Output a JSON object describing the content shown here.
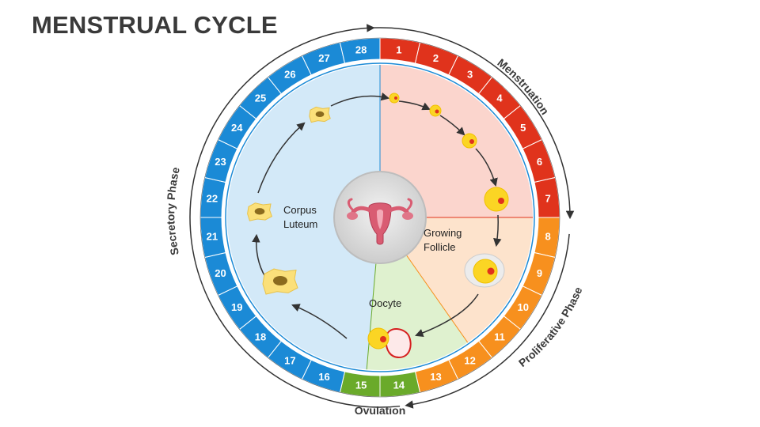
{
  "title": "MENSTRUAL CYCLE",
  "phases": {
    "menstruation": "Menstruation",
    "proliferative": "Proliferative Phase",
    "ovulation": "Ovulation",
    "secretory": "Secretory Phase"
  },
  "stages": {
    "corpus_luteum": [
      "Corpus",
      "Luteum"
    ],
    "growing_follicle": [
      "Growing",
      "Follicle"
    ],
    "oocyte": "Oocyte"
  },
  "days": [
    "1",
    "2",
    "3",
    "4",
    "5",
    "6",
    "7",
    "8",
    "9",
    "10",
    "11",
    "12",
    "13",
    "14",
    "15",
    "16",
    "17",
    "18",
    "19",
    "20",
    "21",
    "22",
    "23",
    "24",
    "25",
    "26",
    "27",
    "28"
  ],
  "colors": {
    "menstruation": "#e0331c",
    "proliferative": "#f7901e",
    "ovulation": "#6aaa2a",
    "secretory": "#1b8ad6",
    "secretory_bg": "#d3e9f8",
    "menstruation_bg": "#fbd5cd",
    "proliferative_bg": "#fde3cc",
    "ovulation_bg": "#dff1cf",
    "follicle": "#fbd524",
    "nucleus": "#e0331c"
  },
  "icons": {
    "center": "uterus-icon",
    "follicle": "follicle-icon",
    "corpus": "corpus-luteum-icon",
    "oocyte": "oocyte-icon"
  }
}
